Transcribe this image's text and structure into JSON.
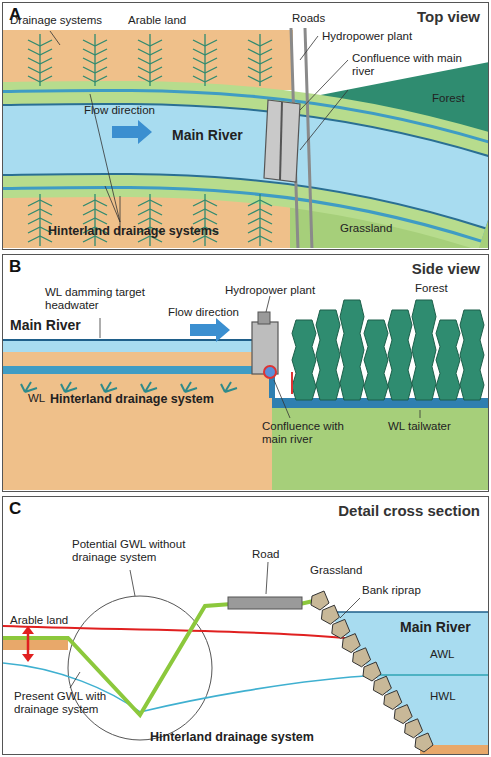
{
  "diagram": {
    "nodes": [
      {
        "text": [
          "A",
          "Top view"
        ]
      },
      {
        "text": [
          "B",
          "Side view"
        ]
      },
      {
        "text": [
          "C",
          "Detail cross section"
        ]
      }
    ],
    "labels": [
      "Drainage systems",
      "Arable land",
      "Roads",
      "Hydropower plant",
      "Confluence with main river",
      "Flow direction",
      "Main River",
      "Forest",
      "Grassland",
      "Hinterland drainage systems",
      "WL damming target headwater",
      "Main River",
      "Flow direction",
      "Hydropower plant",
      "Forest",
      "WL",
      "Hinterland drainage system",
      "Confluence with main river",
      "WL tailwater",
      "Potential GWL without drainage system",
      "Road",
      "Grassland",
      "Bank riprap",
      "Arable land",
      "Main River",
      "AWL",
      "HWL",
      "Present GWL with drainage system",
      "Hinterland drainage system"
    ]
  }
}
